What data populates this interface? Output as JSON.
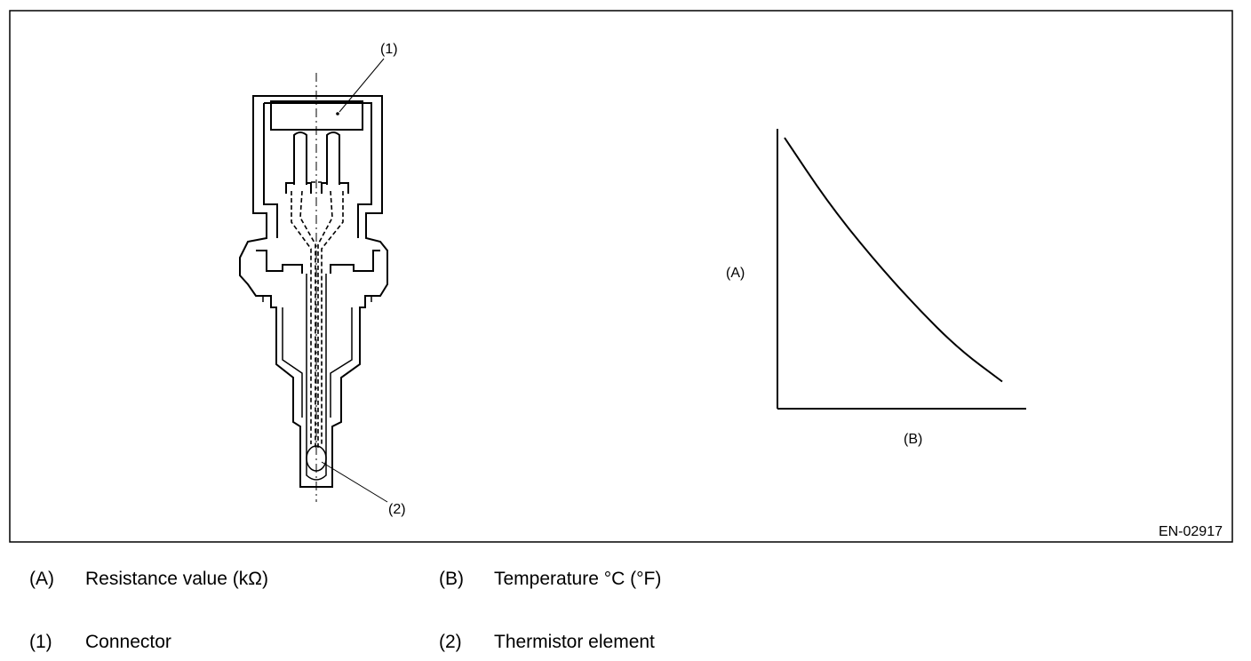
{
  "figure": {
    "code": "EN-02917",
    "callouts": {
      "connector": "(1)",
      "thermistor": "(2)"
    }
  },
  "chart_data": {
    "type": "line",
    "title": "",
    "xlabel": "(B)",
    "ylabel": "(A)",
    "series": [
      {
        "x": [
          0,
          0.2,
          0.4,
          0.6,
          0.8,
          1.0
        ],
        "y": [
          1.0,
          0.76,
          0.56,
          0.38,
          0.22,
          0.1
        ]
      }
    ],
    "grid": false,
    "legend": "none"
  },
  "legend": {
    "a_key": "(A)",
    "a_text": "Resistance value (kΩ)",
    "b_key": "(B)",
    "b_text": "Temperature °C (°F)",
    "one_key": "(1)",
    "one_text": "Connector",
    "two_key": "(2)",
    "two_text": "Thermistor element"
  }
}
